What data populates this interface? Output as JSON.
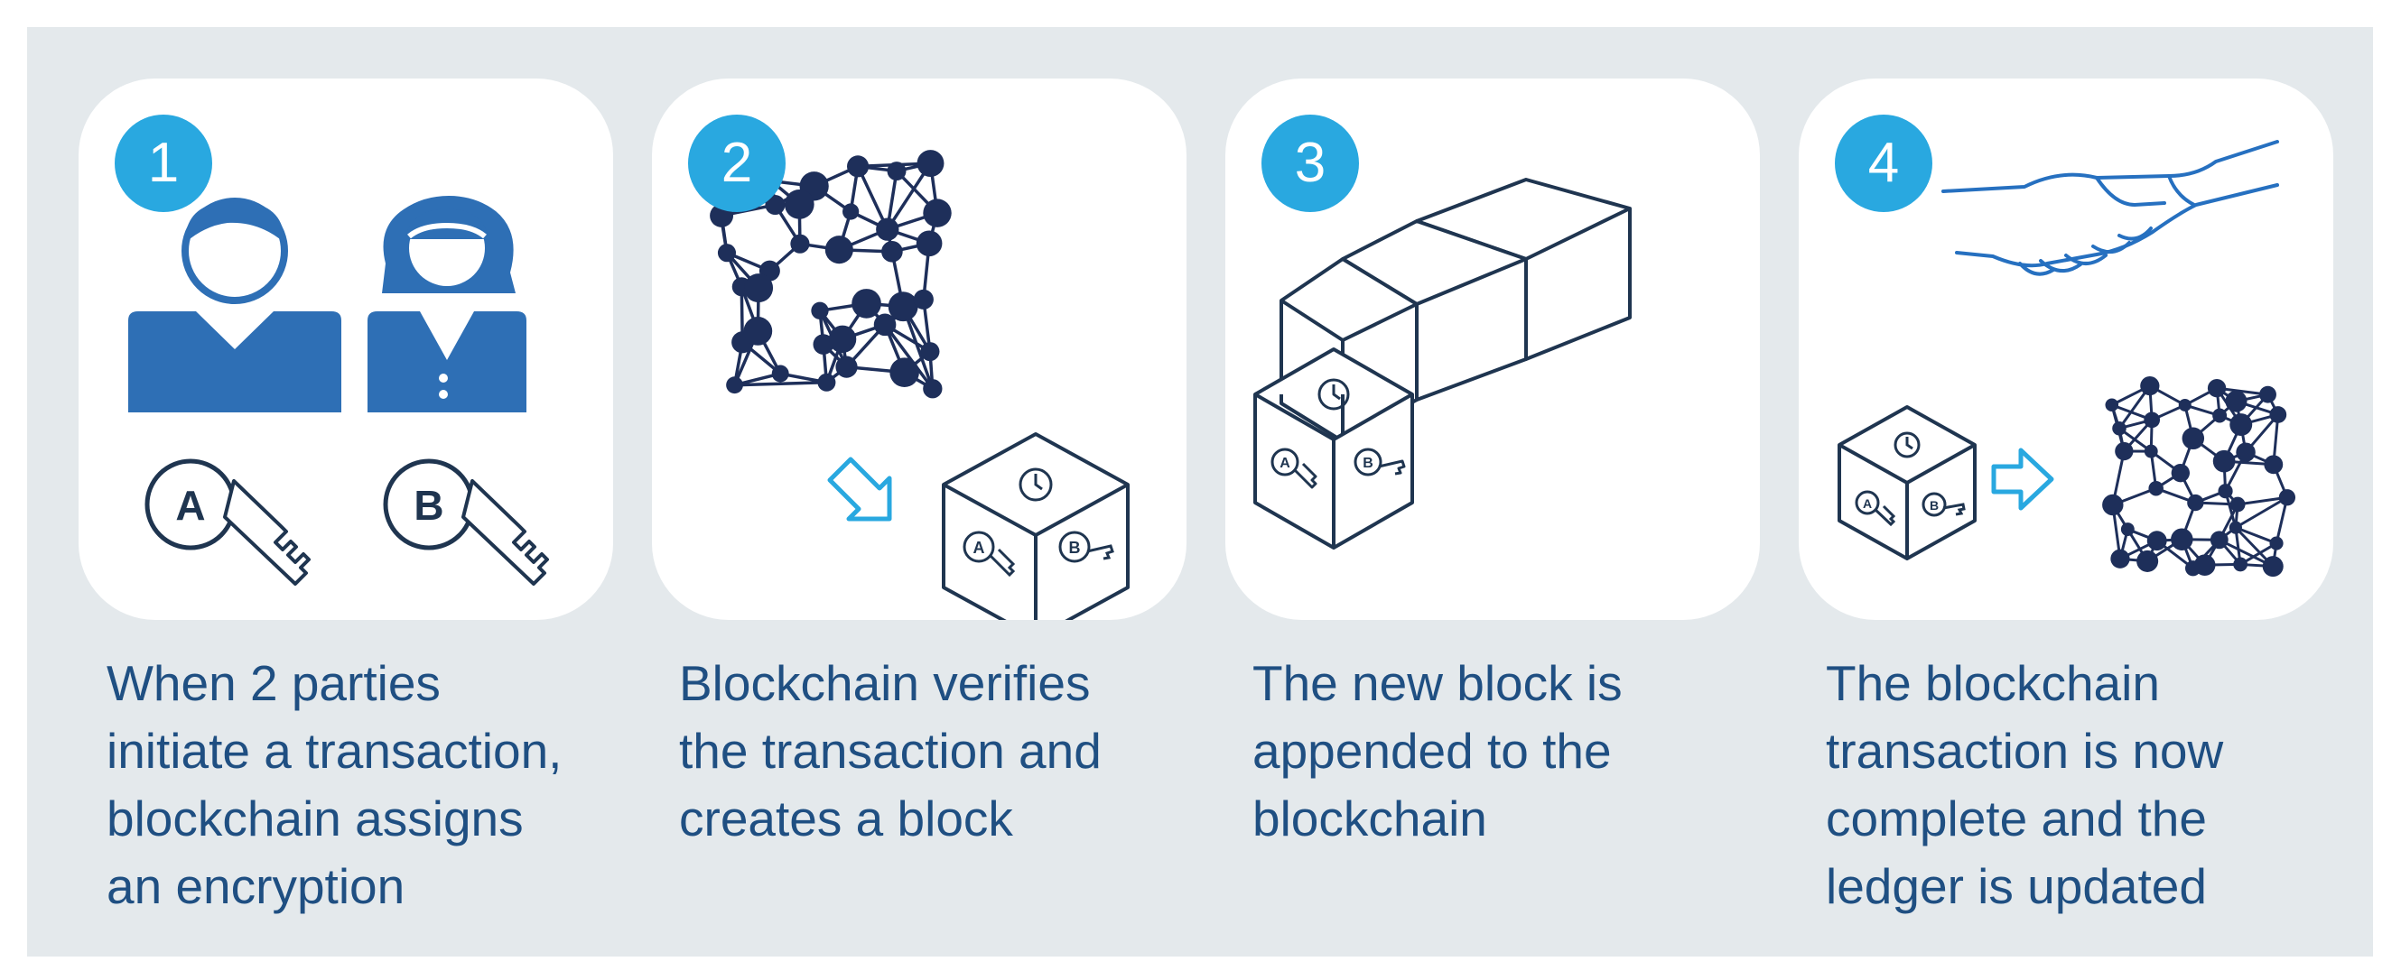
{
  "colors": {
    "panel_background": "#e4e9ec",
    "card_background": "#ffffff",
    "badge": "#29a8e0",
    "caption_text": "#1f4f82",
    "person_fill": "#2e6fb5",
    "line_art": "#1f3550",
    "node": "#1e2f5a",
    "hand_outline": "#2670c0",
    "arrow": "#29a8e0"
  },
  "icons": {
    "step1": [
      "man-icon",
      "woman-icon",
      "key-a-icon",
      "key-b-icon"
    ],
    "step2": [
      "network-icon",
      "arrow-down-right-icon",
      "block-cube-icon"
    ],
    "step3": [
      "block-chain-icon"
    ],
    "step4": [
      "handshake-icon",
      "block-cube-icon",
      "arrow-right-icon",
      "network-icon"
    ]
  },
  "steps": [
    {
      "number": "1",
      "key_labels": [
        "A",
        "B"
      ],
      "caption_lines": [
        "When 2 parties",
        "initiate a transaction,",
        "blockchain assigns",
        "an encryption"
      ]
    },
    {
      "number": "2",
      "key_labels": [
        "A",
        "B"
      ],
      "caption_lines": [
        "Blockchain verifies",
        "the transaction and",
        "creates a block"
      ]
    },
    {
      "number": "3",
      "key_labels": [
        "A",
        "B"
      ],
      "caption_lines": [
        "The new block is",
        "appended to the",
        "blockchain"
      ]
    },
    {
      "number": "4",
      "key_labels": [
        "A",
        "B"
      ],
      "caption_lines": [
        "The blockchain",
        "transaction is now",
        "complete and the",
        "ledger is updated"
      ]
    }
  ]
}
